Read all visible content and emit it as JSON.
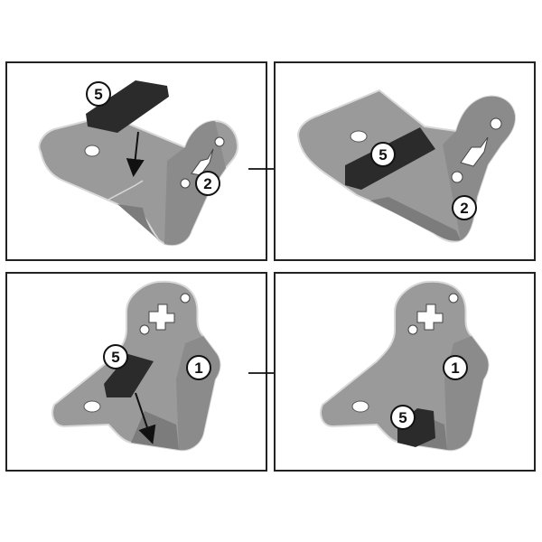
{
  "panels": [
    {
      "id": "top-left",
      "callouts": [
        {
          "label": "5"
        },
        {
          "label": "2"
        }
      ]
    },
    {
      "id": "top-right",
      "callouts": [
        {
          "label": "5"
        },
        {
          "label": "2"
        }
      ]
    },
    {
      "id": "bottom-left",
      "callouts": [
        {
          "label": "5"
        },
        {
          "label": "1"
        }
      ]
    },
    {
      "id": "bottom-right",
      "callouts": [
        {
          "label": "1"
        },
        {
          "label": "5"
        }
      ]
    }
  ],
  "colors": {
    "bracket_fill": "#9a9a9a",
    "bracket_dark": "#7c7c7c",
    "bracket_outline": "#d8d8d8",
    "pad": "#2b2b2b",
    "frame": "#222222"
  }
}
